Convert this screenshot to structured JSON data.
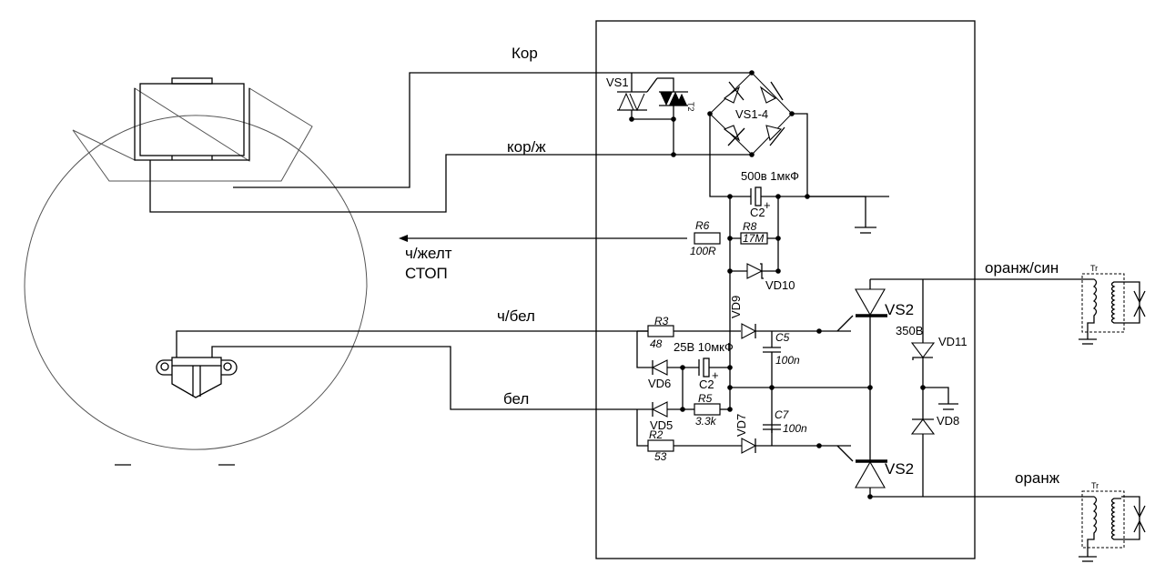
{
  "diagram": {
    "type": "electrical-schematic",
    "wires": {
      "kor": "Кор",
      "kor_zh": "кор/ж",
      "ch_zhelt": "ч/желт",
      "stop": "СТОП",
      "ch_bel": "ч/бел",
      "bel": "бел",
      "oranzh_sin": "оранж/син",
      "oranzh": "оранж"
    },
    "components": {
      "vs1": "VS1",
      "t2": "T2",
      "bridge": "VS1-4",
      "c2_top_rating": "500в 1мкФ",
      "c2_top": "C2",
      "r6": "R6",
      "r6_value": "100R",
      "r8": "R8",
      "r8_value": "17M",
      "vd10": "VD10",
      "vd9": "VD9",
      "r3": "R3",
      "r3_value": "48",
      "c5": "C5",
      "c5_value": "100n",
      "c2_mid_rating": "25В 10мкФ",
      "c2_mid": "C2",
      "vd6": "VD6",
      "vd5": "VD5",
      "r5": "R5",
      "r5_value": "3.3k",
      "vd7": "VD7",
      "c7": "C7",
      "c7_value": "100n",
      "r2": "R2",
      "r2_value": "53",
      "vs2_top": "VS2",
      "vs2_bottom": "VS2",
      "vd11_rating": "350В",
      "vd11": "VD11",
      "vd8": "VD8",
      "tr_top": "Tr",
      "tr_bottom": "Tr"
    }
  }
}
